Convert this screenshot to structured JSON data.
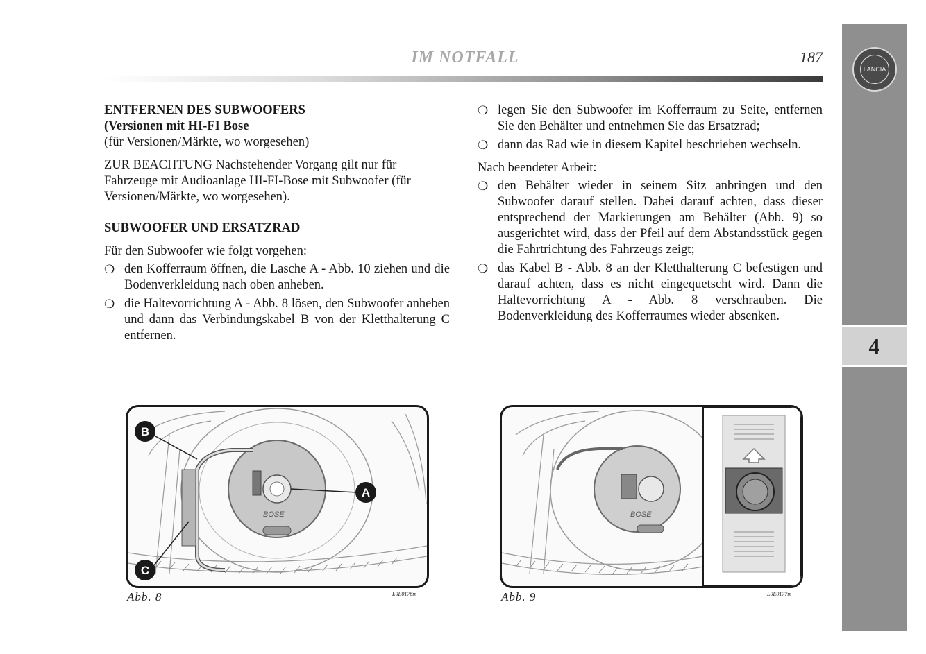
{
  "header": {
    "title": "IM NOTFALL",
    "page_number": "187"
  },
  "sidebar": {
    "chapter": "4",
    "logo_text": "LANCIA"
  },
  "left_column": {
    "heading_line1": "ENTFERNEN DES SUBWOOFERS",
    "heading_line2": "(Versionen mit HI-FI Bose",
    "heading_line3": "(für Versionen/Märkte, wo worgesehen)",
    "note": "ZUR BEACHTUNG Nachstehender Vorgang gilt nur für Fahrzeuge mit Audioanlage HI-FI-Bose mit Subwoofer (für Versionen/Märkte, wo worgesehen).",
    "subheading": "SUBWOOFER UND ERSATZRAD",
    "intro": "Für den Subwoofer wie folgt vorgehen:",
    "bullets": [
      "den Kofferraum öffnen, die Lasche A - Abb. 10 ziehen und die Bodenverkleidung nach oben anheben.",
      "die Haltevorrichtung A - Abb. 8 lösen, den Subwoofer anheben und dann das Verbindungskabel B von der Kletthalterung C entfernen."
    ]
  },
  "right_column": {
    "bullets_top": [
      "legen Sie den Subwoofer im Kofferraum zu Seite, entfernen Sie den Behälter und entnehmen Sie das Ersatzrad;",
      "dann das Rad wie in diesem Kapitel beschrieben wechseln."
    ],
    "after_work": "Nach beendeter Arbeit:",
    "bullets_bottom": [
      "den Behälter wieder in seinem Sitz anbringen und den Subwoofer darauf stellen. Dabei darauf achten, dass dieser entsprechend der Markierungen am Behälter (Abb. 9) so ausgerichtet wird, dass der Pfeil auf dem Abstandsstück gegen die Fahrtrichtung des Fahrzeugs zeigt;",
      "das Kabel B - Abb. 8 an der Kletthalterung C befestigen und darauf achten, dass es nicht eingequetscht wird. Dann die Haltevorrichtung A - Abb. 8 verschrauben. Die Bodenverkleidung des Kofferraumes wieder absenken."
    ]
  },
  "bullet_marker": "❍",
  "figures": [
    {
      "caption": "Abb. 8",
      "code": "L0E0176m",
      "labels": [
        "A",
        "B",
        "C"
      ],
      "brand": "BOSE"
    },
    {
      "caption": "Abb. 9",
      "code": "L0E0177m",
      "brand": "BOSE"
    }
  ]
}
